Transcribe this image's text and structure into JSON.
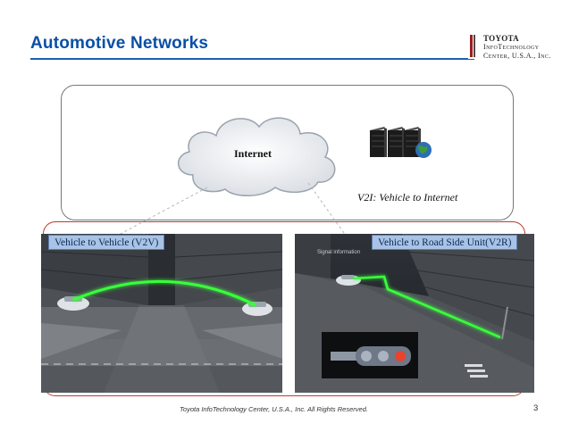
{
  "header": {
    "title": "Automotive Networks",
    "logo_line1": "TOYOTA",
    "logo_line2": "InfoTechnology",
    "logo_line3": "Center, U.S.A., Inc."
  },
  "diagram": {
    "internet_label": "Internet",
    "v2i_label": "V2I: Vehicle to Internet",
    "v2v_label": "Vehicle to Vehicle (V2V)",
    "v2r_label": "Vehicle to Road Side Unit(V2R)",
    "signal_text": "Signal information"
  },
  "footer": {
    "copyright": "Toyota InfoTechnology Center, U.S.A., Inc. All Rights Reserved.",
    "page_number": "3"
  },
  "colors": {
    "title_blue": "#0a4fa6",
    "frame_red": "#c0392b",
    "link_green": "#39ff3a",
    "tag_bg": "#a9c3e6"
  }
}
